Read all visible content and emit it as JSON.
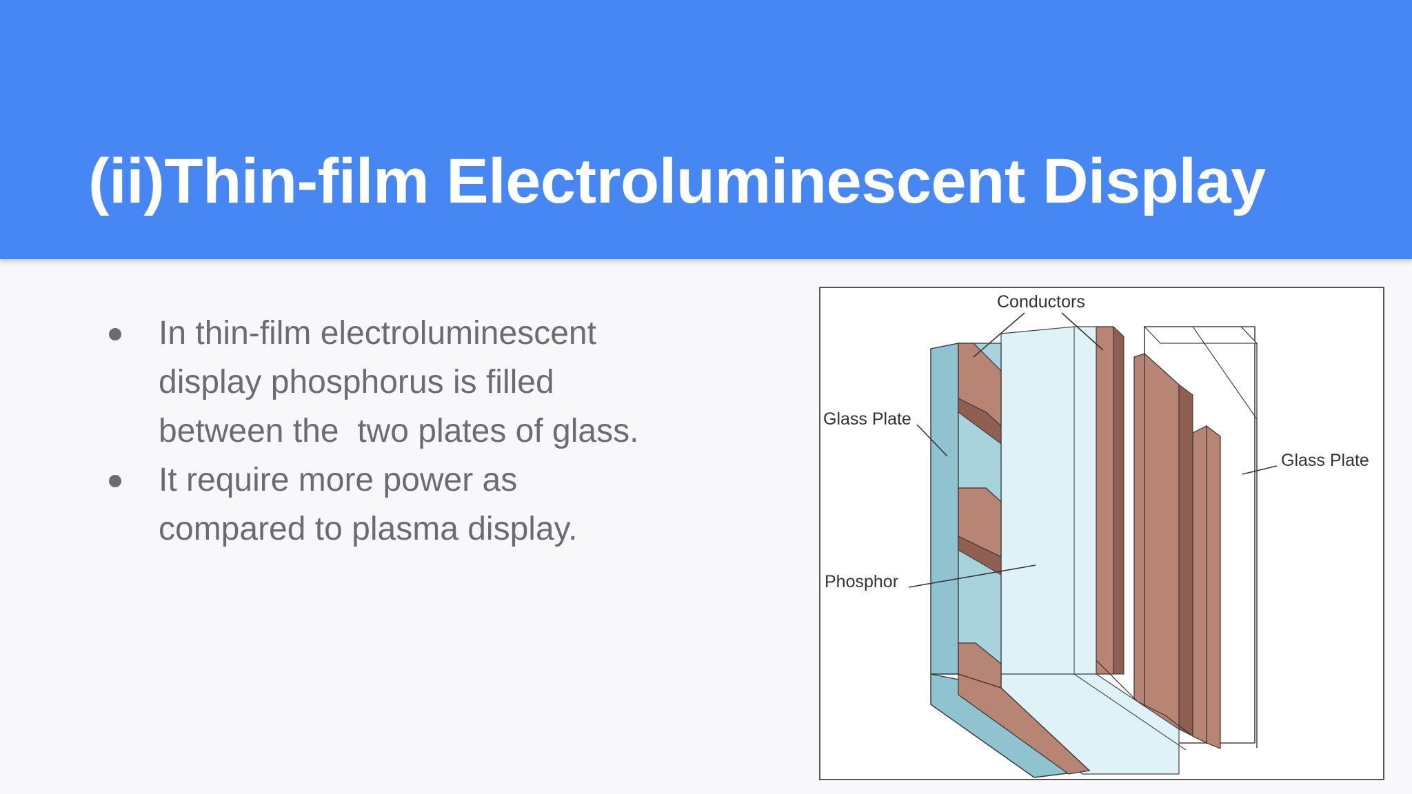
{
  "slide": {
    "title": "(ii)Thin-film Electroluminescent Display",
    "header_color": "#4787f4",
    "background_color": "#f8f7fa",
    "text_color": "#6b6b70",
    "bullets": [
      {
        "lines": [
          "In thin-film electroluminescent",
          "display phosphorus is filled",
          "between the  two plates of glass."
        ]
      },
      {
        "lines": [
          "It require more power as",
          "compared to plasma display."
        ]
      }
    ]
  },
  "diagram": {
    "labels": {
      "conductors": "Conductors",
      "glass_plate_left": "Glass Plate",
      "glass_plate_right": "Glass Plate",
      "phosphor": "Phosphor"
    },
    "colors": {
      "glass_blue": "#8ec3cf",
      "glass_dark": "#6aa9b8",
      "phosphor": "#def2f7",
      "conductor": "#b88474",
      "conductor_dark": "#8f5f52"
    }
  }
}
